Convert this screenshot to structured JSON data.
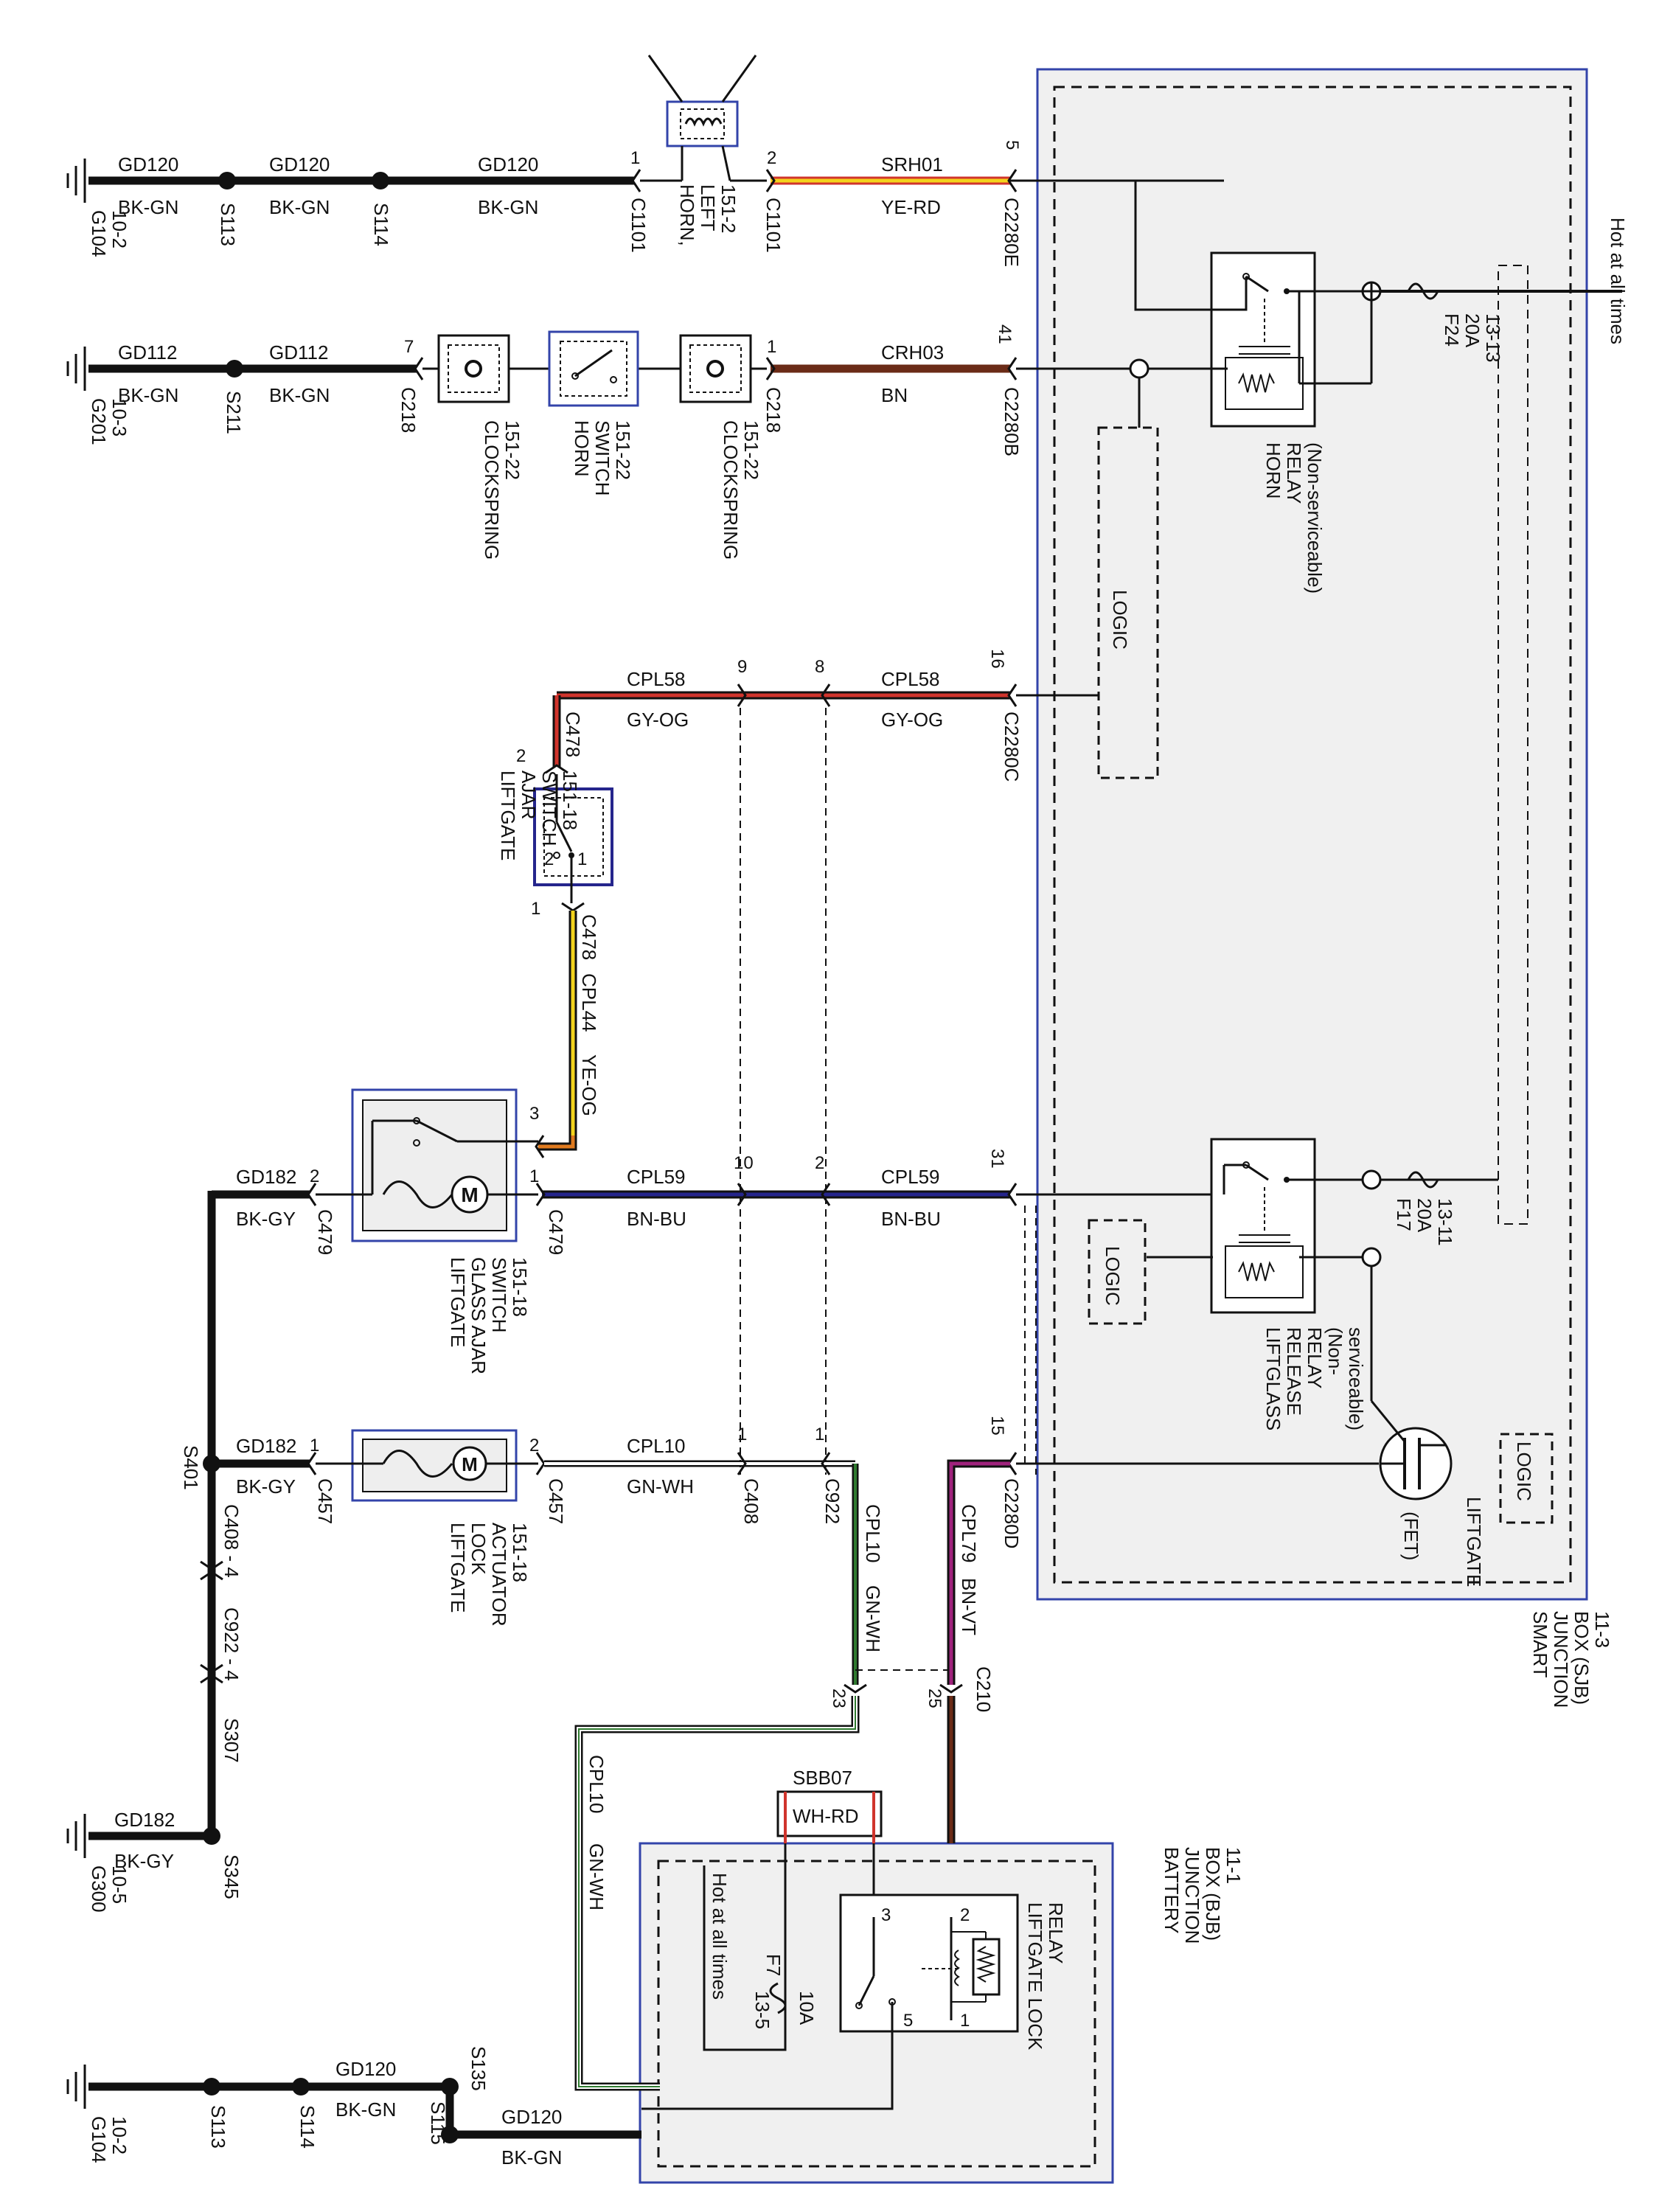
{
  "labels": {
    "hot_at_all_times": "Hot at all times",
    "logic": "LOGIC",
    "fet": "(FET)",
    "sjb": [
      "SMART",
      "JUNCTION",
      "BOX (SJB)",
      "11-3"
    ],
    "bjb": [
      "BATTERY",
      "JUNCTION",
      "BOX (BJB)",
      "11-1"
    ],
    "horn_relay": [
      "HORN",
      "RELAY",
      "(Non-serviceable)"
    ],
    "liftglass_relay": [
      "LIFTGLASS",
      "RELEASE",
      "RELAY",
      "(Non-",
      "serviceable)"
    ],
    "liftgate_fet": [
      "LIFTGATE"
    ],
    "liftgate_lock_relay": [
      "LIFTGATE LOCK",
      "RELAY"
    ],
    "f24": [
      "F24",
      "20A",
      "13-13"
    ],
    "f17": [
      "F17",
      "20A",
      "13-11"
    ],
    "f7_id": "F7",
    "f7_rating": "10A",
    "f7_ref": "13-5",
    "bjb_hot": "Hot at all times",
    "horn_left": [
      "HORN,",
      "LEFT",
      "151-2"
    ],
    "clockspring": [
      "CLOCKSPRING",
      "151-22"
    ],
    "horn_switch": [
      "HORN",
      "SWITCH",
      "151-22"
    ],
    "liftgate_ajar": [
      "LIFTGATE",
      "AJAR",
      "SWITCH",
      "151-18"
    ],
    "liftgate_glass_ajar": [
      "LIFTGATE",
      "GLASS AJAR",
      "SWITCH",
      "151-18"
    ],
    "liftgate_lock_actuator": [
      "LIFTGATE",
      "LOCK",
      "ACTUATOR",
      "151-18"
    ],
    "grounds": {
      "g104": [
        "G104",
        "10-2"
      ],
      "g201": [
        "G201",
        "10-3"
      ],
      "g300": [
        "G300",
        "10-5"
      ]
    },
    "splices": {
      "s113": "S113",
      "s114": "S114",
      "s211": "S211",
      "s401": "S401",
      "s307": "S307",
      "s345": "S345",
      "s135": "S135",
      "s115": "S115"
    },
    "connectors": {
      "c1101": "C1101",
      "c2280e": "C2280E",
      "c2280b": "C2280B",
      "c2280c": "C2280C",
      "c2280d": "C2280D",
      "c218": "C218",
      "c478": "C478",
      "c479": "C479",
      "c457": "C457",
      "c408": "C408",
      "c922": "C922",
      "c210": "C210",
      "c408_4": "C408 - 4",
      "c922_4": "C922 - 4"
    }
  },
  "wires": {
    "gd120": "GD120",
    "bk_gn": "BK-GN",
    "gd112": "GD112",
    "gd182": "GD182",
    "bk_gy": "BK-GY",
    "srh01": "SRH01",
    "ye_rd": "YE-RD",
    "crh03": "CRH03",
    "bn": "BN",
    "cpl58": "CPL58",
    "gy_og": "GY-OG",
    "cpl44": "CPL44",
    "ye_og": "YE-OG",
    "cpl59": "CPL59",
    "bn_bu": "BN-BU",
    "cpl10": "CPL10",
    "gn_wh": "GN-WH",
    "cpl79": "CPL79",
    "bn_vt": "BN-VT",
    "sbb07": "SBB07",
    "wh_rd": "WH-RD"
  },
  "pins": {
    "p1": "1",
    "p2": "2",
    "p3": "3",
    "p4": "4",
    "p5": "5",
    "p7": "7",
    "p8": "8",
    "p9": "9",
    "p10": "10",
    "p15": "15",
    "p16": "16",
    "p23": "23",
    "p25": "25",
    "p31": "31",
    "p41": "41"
  },
  "colors": {
    "black": "#111111",
    "yellow": "#f3d31c",
    "red": "#d0342c",
    "brown": "#6b2b17",
    "orange": "#e07a1f",
    "gray": "#808080",
    "blue": "#25258c",
    "green": "#2f7a2f",
    "violet": "#a0237d",
    "box_blue": "#3344aa",
    "box_fill": "#eeeeee"
  }
}
